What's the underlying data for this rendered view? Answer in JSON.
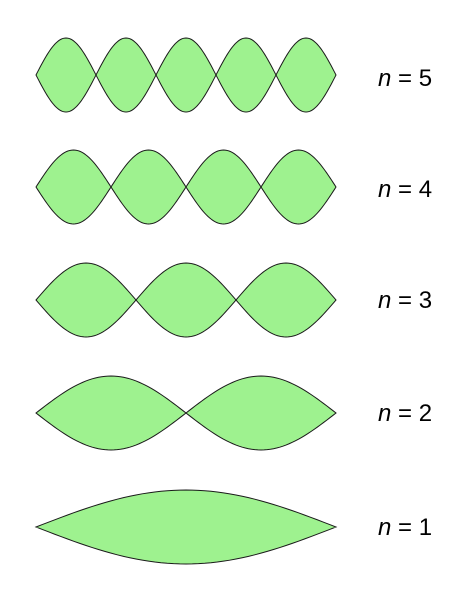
{
  "colors": {
    "fill": "#9ef28f",
    "stroke": "#1a1a1a"
  },
  "modes": [
    {
      "n": 5,
      "variable": "n",
      "equals": " = ",
      "value": "5"
    },
    {
      "n": 4,
      "variable": "n",
      "equals": " = ",
      "value": "4"
    },
    {
      "n": 3,
      "variable": "n",
      "equals": " = ",
      "value": "3"
    },
    {
      "n": 2,
      "variable": "n",
      "equals": " = ",
      "value": "2"
    },
    {
      "n": 1,
      "variable": "n",
      "equals": " = ",
      "value": "1"
    }
  ]
}
